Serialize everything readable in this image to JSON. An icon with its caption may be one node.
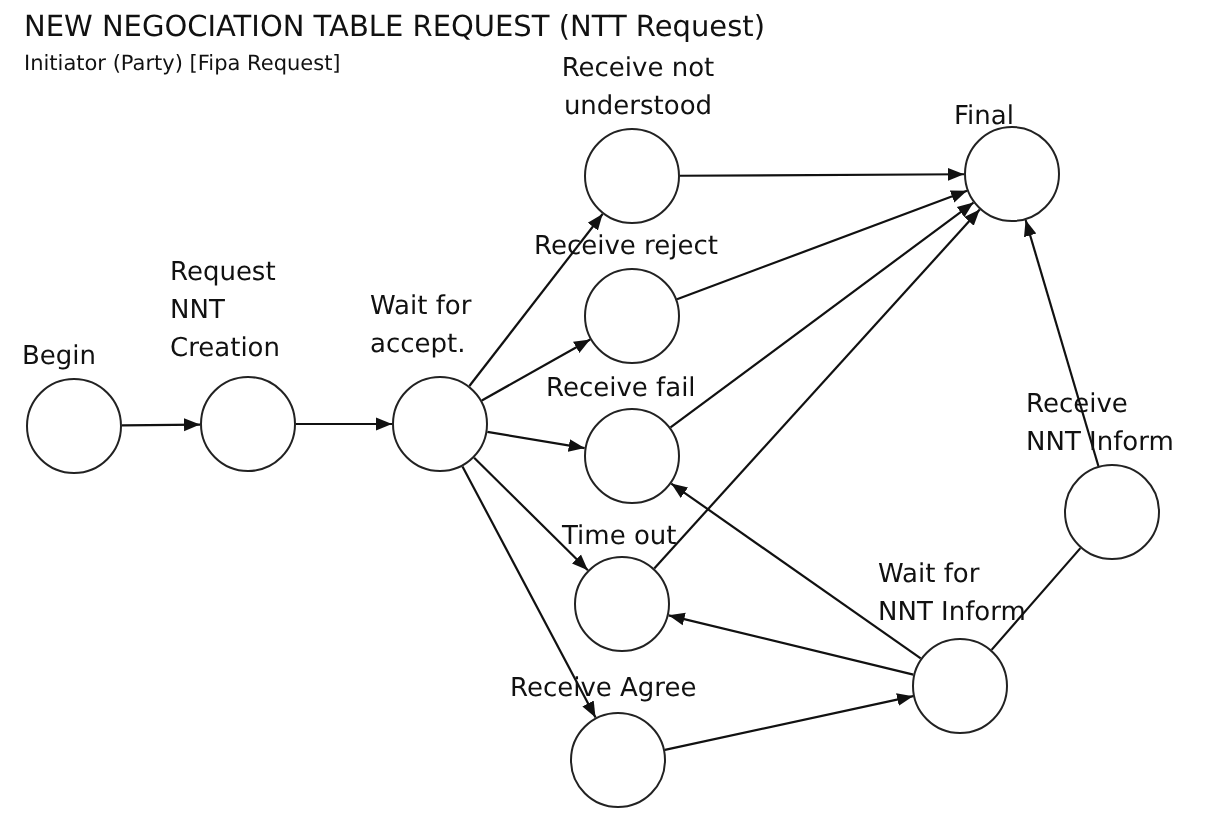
{
  "diagram": {
    "title": "NEW NEGOCIATION TABLE REQUEST (NTT Request)",
    "nodes": [
      {
        "text": [
          "Begin"
        ]
      },
      {
        "text": [
          "Request NNT Creation"
        ]
      },
      {
        "text": [
          "Wait for accept."
        ]
      },
      {
        "text": [
          "Receive not understood"
        ]
      },
      {
        "text": [
          "Receive reject"
        ]
      },
      {
        "text": [
          "Receive fail"
        ]
      },
      {
        "text": [
          "Time out"
        ]
      },
      {
        "text": [
          "Receive Agree"
        ]
      },
      {
        "text": [
          "Wait for NNT Inform"
        ]
      },
      {
        "text": [
          "Receive NNT Inform"
        ]
      },
      {
        "text": [
          "Final"
        ]
      }
    ],
    "edges": [
      {
        "from": 0,
        "to": 1,
        "arrow": "to"
      },
      {
        "from": 1,
        "to": 2,
        "arrow": "to"
      },
      {
        "from": 2,
        "to": 3,
        "arrow": "to"
      },
      {
        "from": 2,
        "to": 4,
        "arrow": "to"
      },
      {
        "from": 2,
        "to": 5,
        "arrow": "to"
      },
      {
        "from": 2,
        "to": 6,
        "arrow": "to"
      },
      {
        "from": 2,
        "to": 7,
        "arrow": "to"
      },
      {
        "from": 3,
        "to": 10,
        "arrow": "to"
      },
      {
        "from": 4,
        "to": 10,
        "arrow": "to"
      },
      {
        "from": 5,
        "to": 10,
        "arrow": "to"
      },
      {
        "from": 6,
        "to": 10,
        "arrow": "to"
      },
      {
        "from": 7,
        "to": 8,
        "arrow": "to"
      },
      {
        "from": 8,
        "to": 5,
        "arrow": "to"
      },
      {
        "from": 8,
        "to": 6,
        "arrow": "to"
      },
      {
        "from": 8,
        "to": 9,
        "arrow": "none"
      },
      {
        "from": 9,
        "to": 10,
        "arrow": "to"
      }
    ],
    "labels": [
      "Initiator (Party) [Fipa Request]"
    ]
  }
}
